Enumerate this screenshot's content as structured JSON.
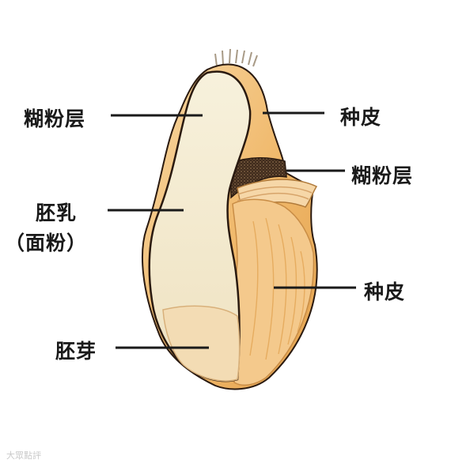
{
  "labels": {
    "aleurone_left": "糊粉层",
    "endosperm": "胚乳",
    "endosperm_sub": "（面粉）",
    "germ": "胚芽",
    "bran_top": "种皮",
    "aleurone_right": "糊粉层",
    "bran_bottom": "种皮"
  },
  "watermark": "大眾點評",
  "colors": {
    "bran": "#f2c080",
    "bran_dark": "#d98a2e",
    "endosperm": "#f5ecd2",
    "germ": "#f3d9ae",
    "aleurone": "#4a3424",
    "outline": "#2a1a10",
    "leader": "#1a1a1a"
  }
}
